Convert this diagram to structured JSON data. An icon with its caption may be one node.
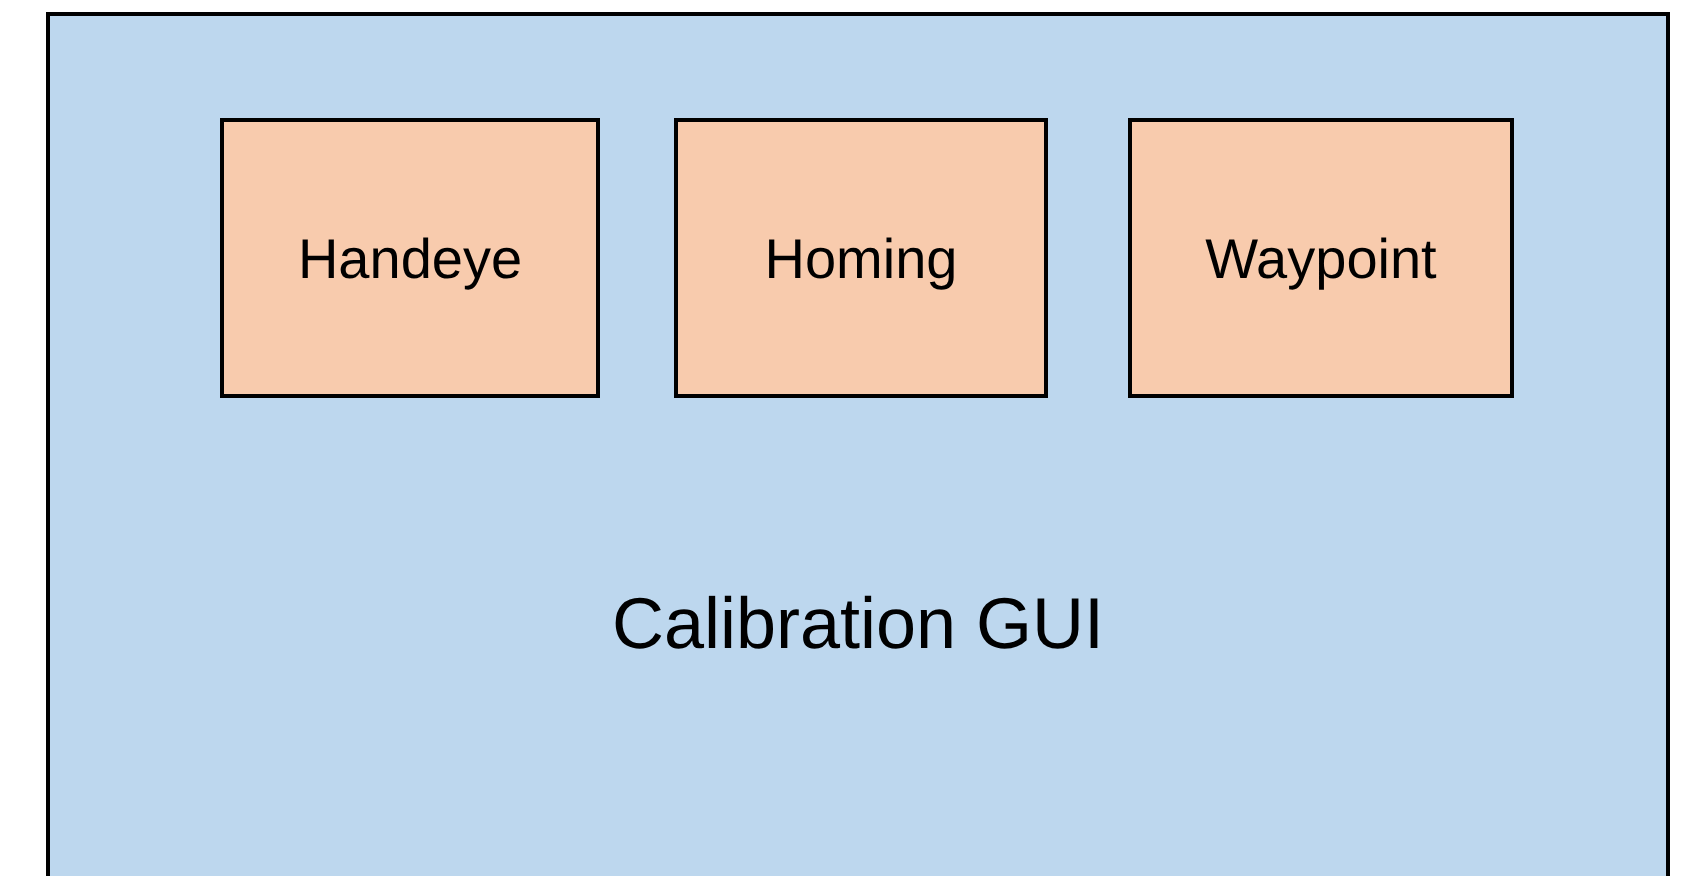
{
  "diagram": {
    "nodes": [
      {
        "text": [
          "Calibration GUI"
        ]
      },
      {
        "text": [
          "Handeye"
        ],
        "in": 0
      },
      {
        "text": [
          "Homing"
        ],
        "in": 0
      },
      {
        "text": [
          "Waypoint"
        ],
        "in": 0
      }
    ]
  }
}
